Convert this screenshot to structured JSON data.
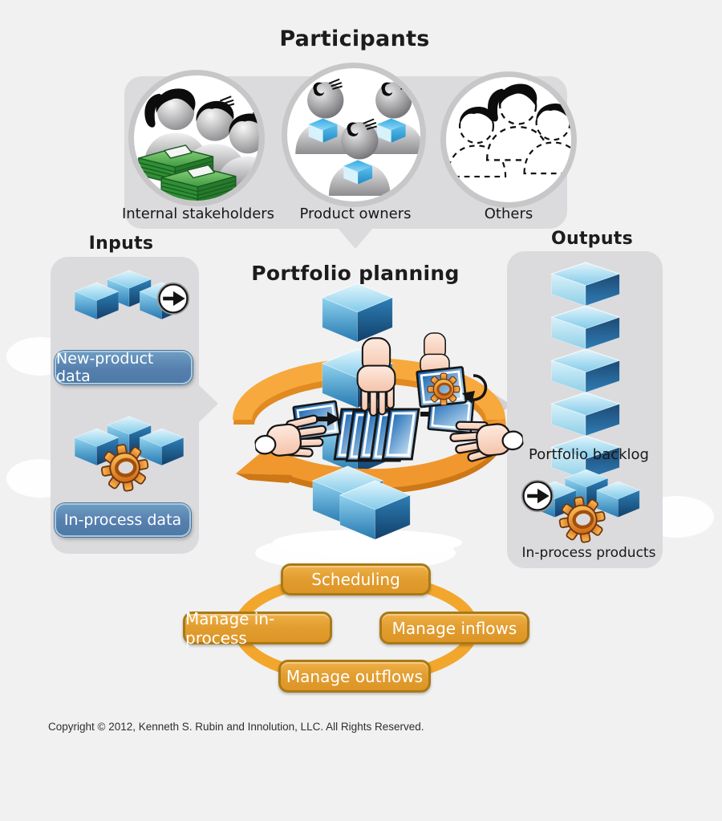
{
  "colors": {
    "background": "#f1f1f2",
    "panel_gray": "#dbdbdd",
    "pill_blue": "#567fae",
    "activity_orange": "#e29e30",
    "cycle_ring_orange": "#f2a72c",
    "cube_blue": "#2679b1",
    "gear_orange": "#e08326"
  },
  "participants": {
    "title": "Participants",
    "groups": [
      {
        "label": "Internal stakeholders",
        "icon": "people-with-money-icon"
      },
      {
        "label": "Product owners",
        "icon": "people-with-cubes-icon"
      },
      {
        "label": "Others",
        "icon": "dashed-people-icon"
      }
    ]
  },
  "inputs": {
    "title": "Inputs",
    "items": [
      {
        "label": "New-product data",
        "icon": "cubes-arrow-badge-icon"
      },
      {
        "label": "In-process data",
        "icon": "cubes-gear-icon"
      }
    ]
  },
  "process": {
    "title": "Portfolio planning",
    "icon": "cube-column-cycle-hands-icon"
  },
  "outputs": {
    "title": "Outputs",
    "items": [
      {
        "label": "Portfolio backlog",
        "icon": "cube-stack-icon"
      },
      {
        "label": "In-process products",
        "icon": "cubes-gear-arrow-badge-icon"
      }
    ]
  },
  "activities": {
    "top": "Scheduling",
    "left": "Manage in-process",
    "right": "Manage inflows",
    "bottom": "Manage outflows"
  },
  "footer": {
    "copyright": "Copyright © 2012, Kenneth S. Rubin and Innolution, LLC. All Rights Reserved."
  }
}
